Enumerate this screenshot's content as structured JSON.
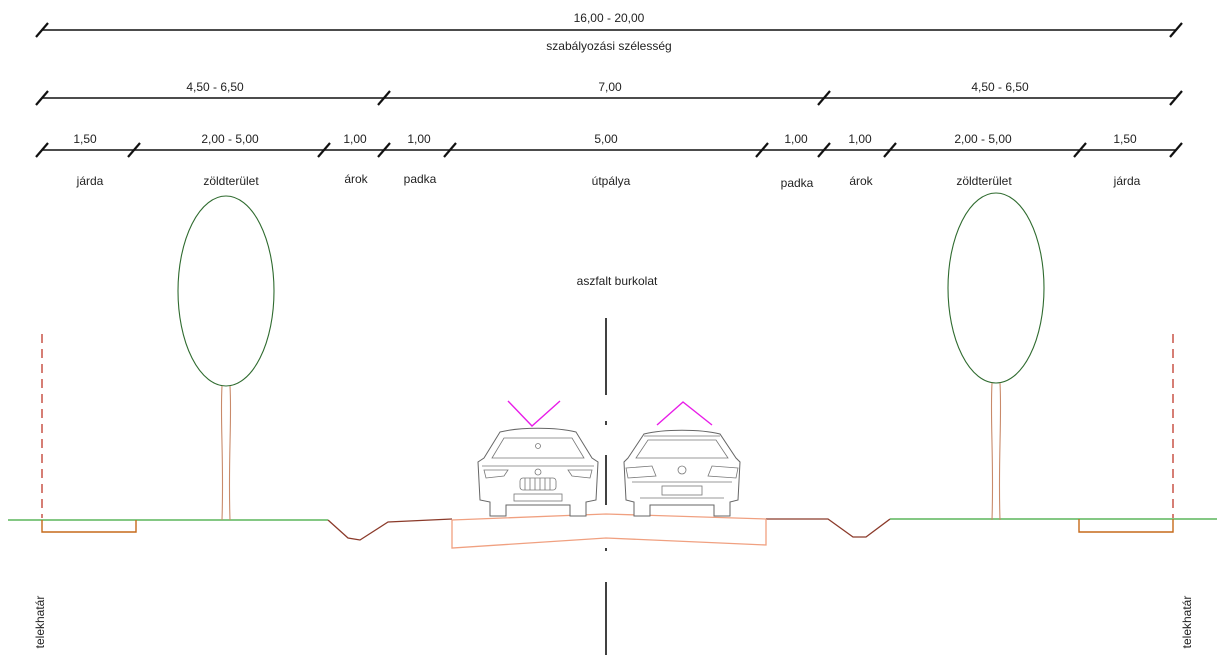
{
  "dimensions": {
    "total": {
      "value": "16,00 - 20,00",
      "label": "szabályozási szélesség"
    },
    "level2": [
      "4,50 - 6,50",
      "7,00",
      "4,50 - 6,50"
    ],
    "level3": [
      "1,50",
      "2,00 - 5,00",
      "1,00",
      "1,00",
      "5,00",
      "1,00",
      "1,00",
      "2,00 - 5,00",
      "1,50"
    ]
  },
  "zones": [
    "járda",
    "zöldterület",
    "árok",
    "padka",
    "útpálya",
    "padka",
    "árok",
    "zöldterület",
    "járda"
  ],
  "surface_label": "aszfalt burkolat",
  "boundary_label": "telekhatár",
  "colors": {
    "ground": "#3aa83a",
    "earth": "#8b3a2a",
    "sidewalk": "#c66a1a",
    "paving": "#f0a080",
    "tree": "#2f6b2f",
    "trunk": "#c98a6a",
    "boundary": "#c0392b",
    "car_marker": "#e81ce8"
  },
  "icons": [
    "tree-icon",
    "car-front-icon",
    "car-rear-icon",
    "direction-chevron-icon"
  ]
}
